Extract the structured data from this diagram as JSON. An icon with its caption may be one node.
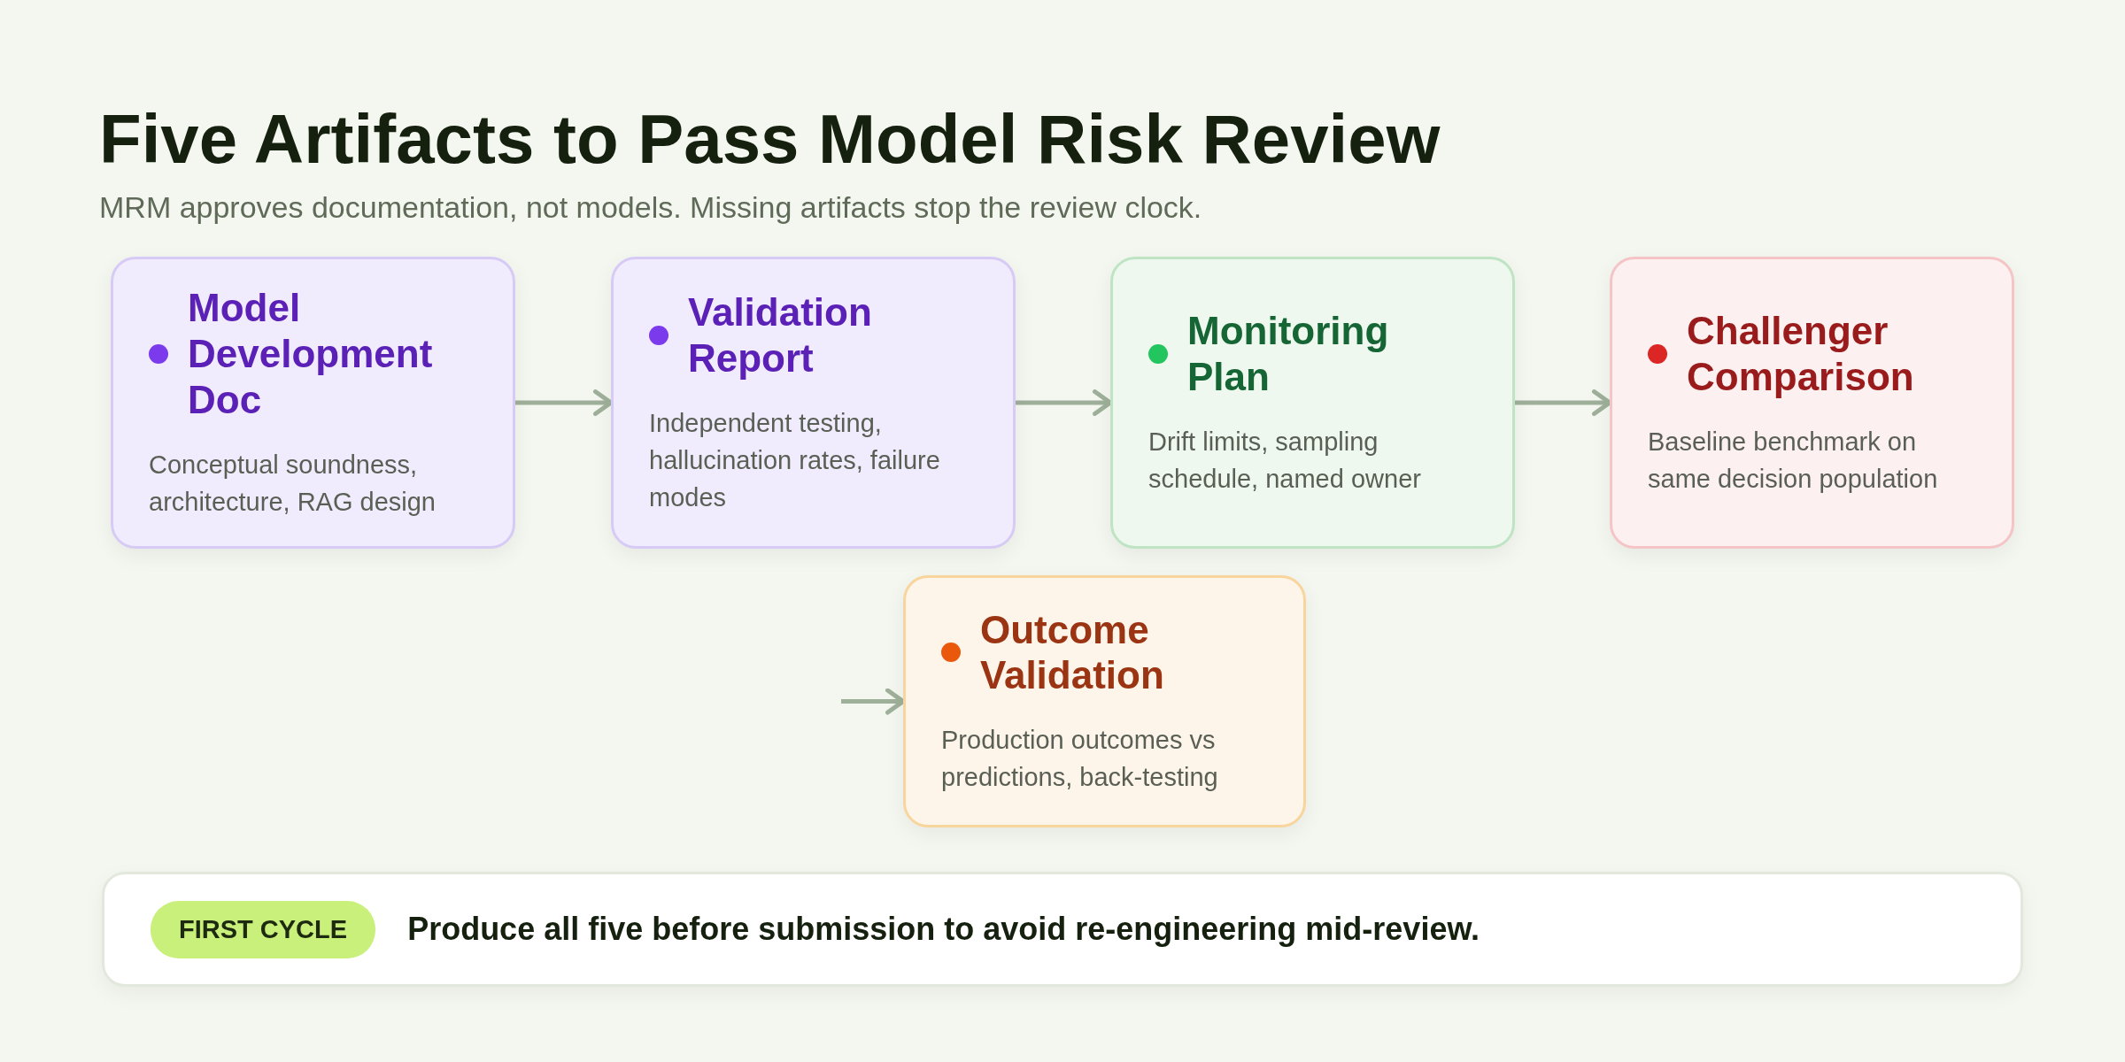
{
  "diagram": {
    "title": "Five Artifacts to Pass Model Risk Review",
    "caption": "MRM approves documentation, not models. Missing artifacts stop the review clock.",
    "nodes": [
      {
        "text": [
          "Model Development Doc",
          "Conceptual soundness, architecture, RAG design"
        ]
      },
      {
        "text": [
          "Validation Report",
          "Independent testing, hallucination rates, failure modes"
        ]
      },
      {
        "text": [
          "Monitoring Plan",
          "Drift limits, sampling schedule, named owner"
        ]
      },
      {
        "text": [
          "Challenger Comparison",
          "Baseline benchmark on same decision population"
        ]
      },
      {
        "text": [
          "Outcome Validation",
          "Production outcomes vs predictions, back-testing"
        ]
      },
      {
        "text": [
          "Produce all five before submission to avoid re-engineering mid-review."
        ]
      },
      {
        "text": [
          "FIRST CYCLE"
        ],
        "in": 5
      }
    ],
    "edges": [
      {
        "from": 0,
        "to": 1,
        "arrow": "to"
      },
      {
        "from": 1,
        "to": 2,
        "arrow": "to"
      },
      {
        "from": 2,
        "to": 3,
        "arrow": "to"
      },
      {
        "from": null,
        "to": 4,
        "arrow": "to"
      }
    ]
  }
}
